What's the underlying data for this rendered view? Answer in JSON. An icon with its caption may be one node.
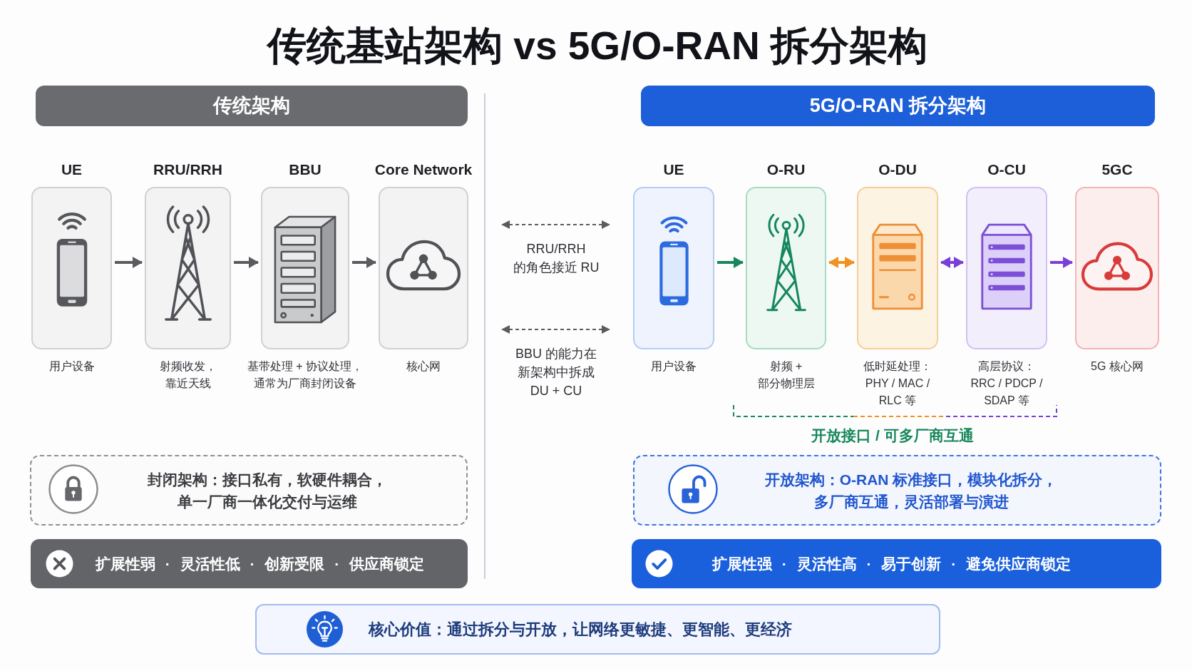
{
  "diagram": {
    "title": "传统基站架构 vs 5G/O-RAN 拆分架构",
    "nodes": [
      {
        "text": [
          "传统架构"
        ]
      },
      {
        "text": [
          "5G/O-RAN 拆分架构"
        ]
      },
      {
        "text": [
          "UE"
        ],
        "beside": [
          "用户设备"
        ]
      },
      {
        "text": [
          "RRU/RRH"
        ],
        "beside": [
          "射频收发，靠近天线"
        ]
      },
      {
        "text": [
          "BBU"
        ],
        "beside": [
          "基带处理 + 协议处理，通常为厂商封闭设备"
        ]
      },
      {
        "text": [
          "Core Network"
        ],
        "beside": [
          "核心网"
        ]
      },
      {
        "text": [
          "UE"
        ],
        "beside": [
          "用户设备"
        ]
      },
      {
        "text": [
          "O-RU"
        ],
        "beside": [
          "射频 + 部分物理层"
        ]
      },
      {
        "text": [
          "O-DU"
        ],
        "beside": [
          "低时延处理：PHY / MAC / RLC 等"
        ]
      },
      {
        "text": [
          "O-CU"
        ],
        "beside": [
          "高层协议：RRC / PDCP / SDAP 等"
        ]
      },
      {
        "text": [
          "5GC"
        ],
        "beside": [
          "5G 核心网"
        ]
      },
      {
        "text": [
          "封闭架构：接口私有，软硬件耦合，单一厂商一体化交付与运维"
        ]
      },
      {
        "text": [
          "开放架构：O-RAN 标准接口，模块化拆分，多厂商互通，灵活部署与演进"
        ]
      },
      {
        "text": [
          "扩展性弱 · 灵活性低 · 创新受限 · 供应商锁定"
        ]
      },
      {
        "text": [
          "扩展性强 · 灵活性高 · 易于创新 · 避免供应商锁定"
        ]
      },
      {
        "text": [
          "核心价值：通过拆分与开放，让网络更敏捷、更智能、更经济"
        ]
      }
    ],
    "edges": [
      {
        "from": 2,
        "to": 3,
        "arrow": "to"
      },
      {
        "from": 3,
        "to": 4,
        "arrow": "to"
      },
      {
        "from": 4,
        "to": 5,
        "arrow": "to"
      },
      {
        "from": 6,
        "to": 7,
        "arrow": "to",
        "color": "#16875d"
      },
      {
        "from": 7,
        "to": 8,
        "arrow": "both",
        "color": "#f0921f"
      },
      {
        "from": 8,
        "to": 9,
        "arrow": "both",
        "color": "#7a3fd8"
      },
      {
        "from": 9,
        "to": 10,
        "arrow": "to",
        "color": "#7a3fd8"
      }
    ],
    "labels": [
      "RRU/RRH 的角色接近 RU",
      "BBU 的能力在新架构中拆成 DU + CU",
      "开放接口 / 可多厂商互通"
    ]
  }
}
